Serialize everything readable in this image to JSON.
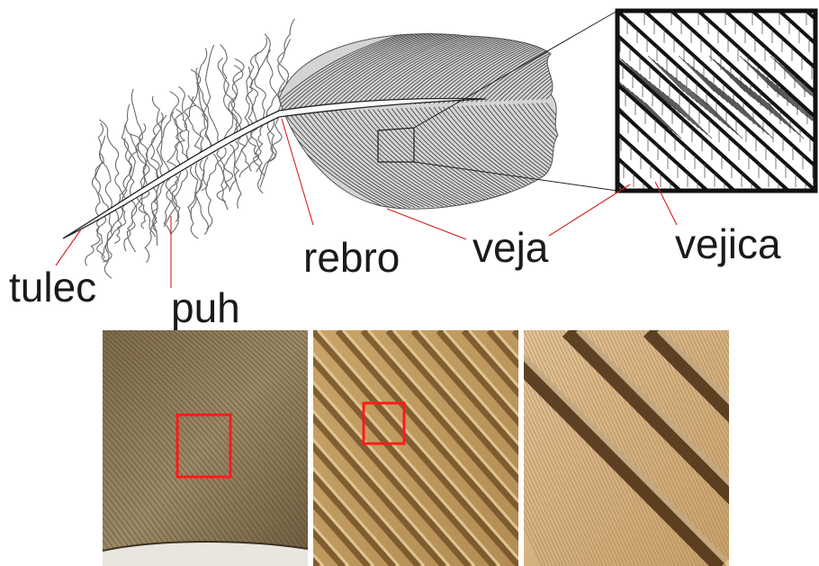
{
  "labels": {
    "calamus": "tulec",
    "down": "puh",
    "rachis": "rebro",
    "vane": "veja",
    "barb": "vejica"
  },
  "colors": {
    "pointer_line": "#d42020",
    "highlight_box": "#ff1a1a",
    "vane_fill": "#cfcfcf",
    "micro_background": "#8a7550"
  },
  "micrographs": [
    {
      "name": "vane-low-magnification",
      "has_highlight_box": true
    },
    {
      "name": "vane-medium-magnification",
      "has_highlight_box": true
    },
    {
      "name": "barbs-high-magnification",
      "has_highlight_box": false
    }
  ]
}
